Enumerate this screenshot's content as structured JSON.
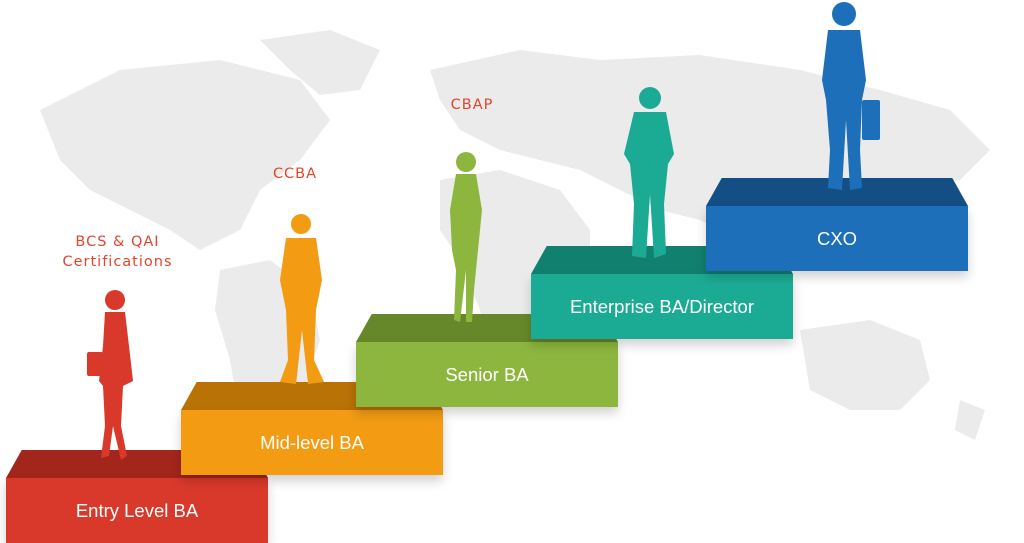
{
  "steps": [
    {
      "label": "Entry Level BA",
      "face": "#d9392b",
      "top": "#a3261c"
    },
    {
      "label": "Mid-level BA",
      "face": "#f29b13",
      "top": "#b97206"
    },
    {
      "label": "Senior BA",
      "face": "#8db63f",
      "top": "#67882a"
    },
    {
      "label": "Enterprise BA/Director",
      "face": "#1bab94",
      "top": "#11806e"
    },
    {
      "label": "CXO",
      "face": "#1c6fb8",
      "top": "#134f85"
    }
  ],
  "certifications": {
    "entry": [
      "BCS & QAI",
      "Certifications"
    ],
    "mid": "CCBA",
    "senior": "CBAP"
  },
  "colors": {
    "map": "#e9e9e9",
    "cert_text": "#e2452c"
  }
}
